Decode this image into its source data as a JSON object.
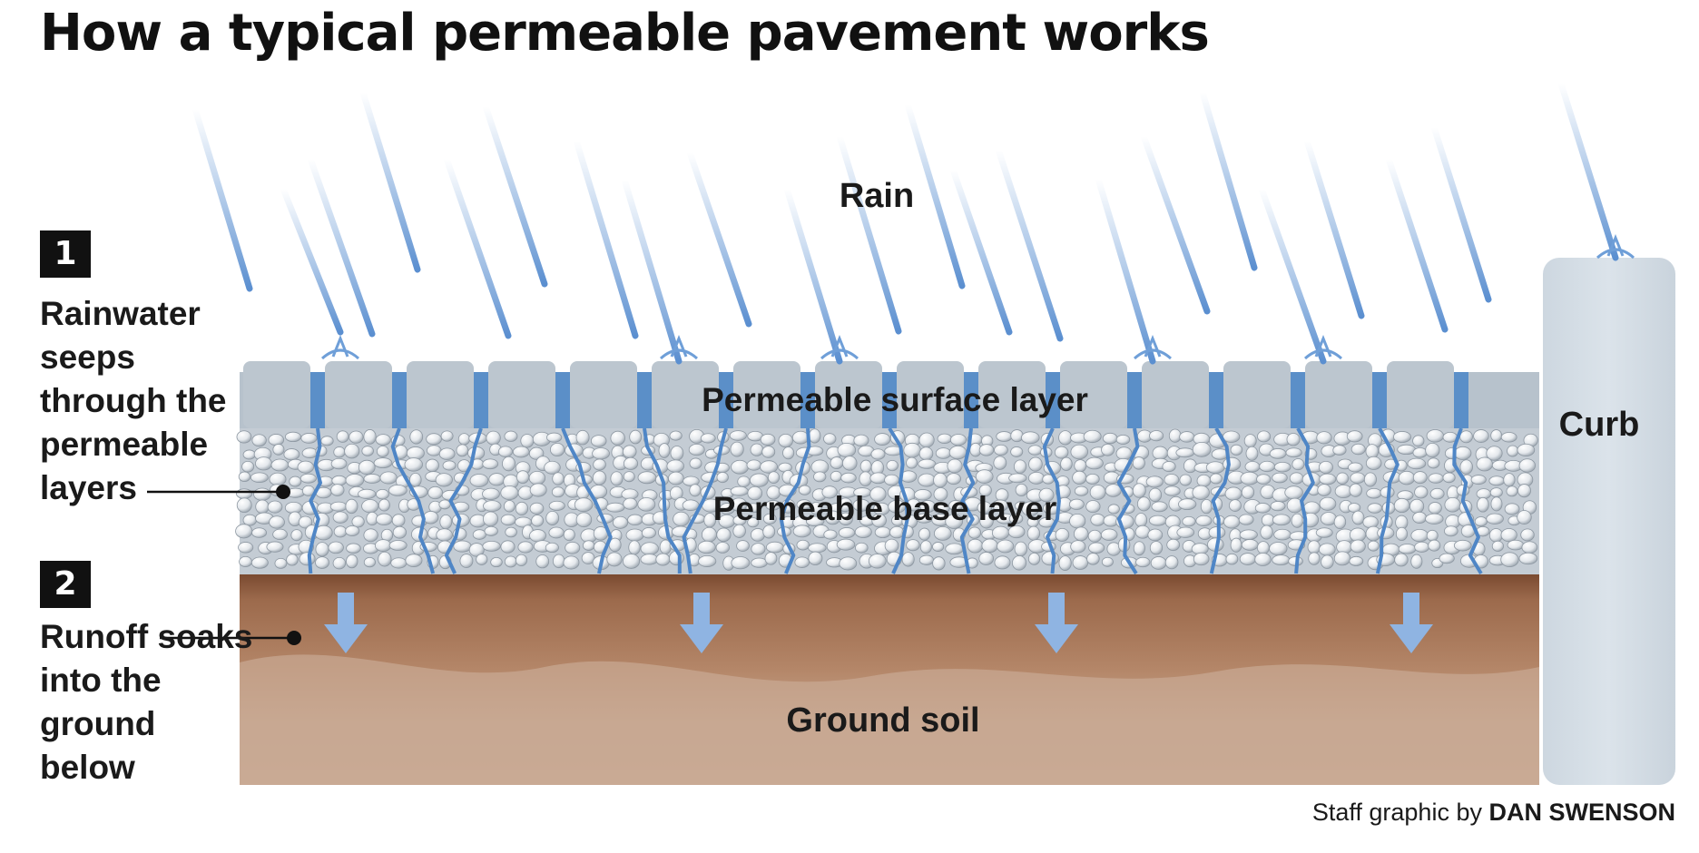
{
  "title": "How a typical permeable pavement works",
  "labels": {
    "rain": "Rain",
    "surface_layer": "Permeable surface layer",
    "base_layer": "Permeable base layer",
    "ground_soil": "Ground soil",
    "curb": "Curb"
  },
  "steps": [
    {
      "number": "1",
      "text": "Rainwater seeps through the permeable layers"
    },
    {
      "number": "2",
      "text": "Runoff soaks into the ground below"
    }
  ],
  "credit": {
    "prefix": "Staff graphic by",
    "author": "DAN SWENSON"
  },
  "colors": {
    "rain": "#6f9fd8",
    "surface": "#bcc6cf",
    "water_channel": "#5b8fc8",
    "soil_dark": "#9c6a4c",
    "soil_light": "#c8a992",
    "curb": "#d3dce4",
    "arrow": "#8fb4e2"
  }
}
